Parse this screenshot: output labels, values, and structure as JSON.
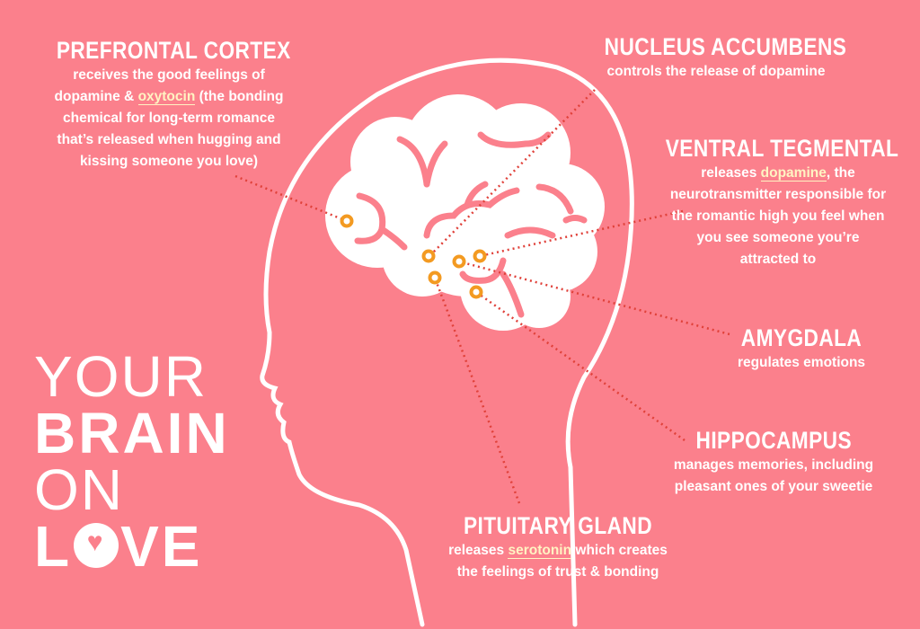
{
  "colors": {
    "background": "#fb808c",
    "marker": "#f39a21",
    "connector": "#e0413a",
    "highlight": "#fff3c2"
  },
  "title": {
    "line1": "YOUR",
    "line2": "BRAIN",
    "line3": "ON",
    "line4_before": "L",
    "line4_after": "VE",
    "heart_icon": "♥"
  },
  "regions": {
    "prefrontal": {
      "heading": "PREFRONTAL CORTEX",
      "l1": "receives the good feelings of",
      "l2a": "dopamine & ",
      "l2b": "oxytocin",
      "l2c": " (the bonding",
      "l3": "chemical for long-term romance",
      "l4": "that’s released when hugging and",
      "l5": "kissing someone you love)"
    },
    "nucleus": {
      "heading": "NUCLEUS ACCUMBENS",
      "l1": "controls the release of dopamine"
    },
    "ventral": {
      "heading": "VENTRAL TEGMENTAL",
      "l1a": "releases ",
      "l1b": "dopamine",
      "l1c": ", the",
      "l2": "neurotransmitter responsible for",
      "l3": "the romantic high you feel when",
      "l4": "you see someone you’re",
      "l5": "attracted to"
    },
    "amygdala": {
      "heading": "AMYGDALA",
      "l1": "regulates emotions"
    },
    "hippocampus": {
      "heading": "HIPPOCAMPUS",
      "l1": "manages memories, including",
      "l2": "pleasant ones of your sweetie"
    },
    "pituitary": {
      "heading": "PITUITARY GLAND",
      "l1a": "releases ",
      "l1b": "serotonin",
      "l1c": " which creates",
      "l2": "the feelings of trust & bonding"
    }
  }
}
